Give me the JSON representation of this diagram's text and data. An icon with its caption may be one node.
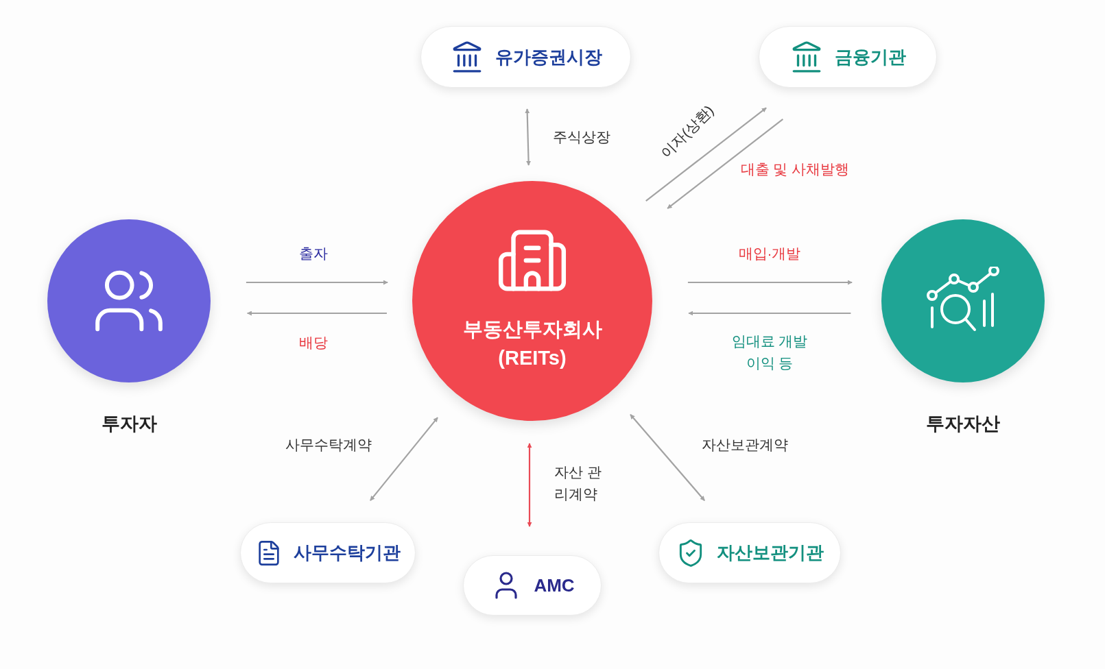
{
  "diagram": {
    "nodes": [
      {
        "text": [
          "유가증권시장"
        ]
      },
      {
        "text": [
          "금융기관"
        ]
      },
      {
        "text": [
          "투자자"
        ]
      },
      {
        "text": [
          "부동산투자회사 (REITs)"
        ]
      },
      {
        "text": [
          "투자자산"
        ]
      },
      {
        "text": [
          "사무수탁기관"
        ]
      },
      {
        "text": [
          "AMC"
        ]
      },
      {
        "text": [
          "자산보관기관"
        ]
      }
    ],
    "edges": [
      {
        "from": 0,
        "to": 3,
        "arrow": "both",
        "label": "주식상장"
      },
      {
        "from": 3,
        "to": 1,
        "arrow": "to",
        "label": "이자(상환)"
      },
      {
        "from": 1,
        "to": 3,
        "arrow": "to",
        "label": "대출 및 사채발행"
      },
      {
        "from": 2,
        "to": 3,
        "arrow": "to",
        "label": "출자"
      },
      {
        "from": 3,
        "to": 2,
        "arrow": "to",
        "label": "배당"
      },
      {
        "from": 3,
        "to": 4,
        "arrow": "to",
        "label": "매입·개발"
      },
      {
        "from": 4,
        "to": 3,
        "arrow": "to",
        "label": "임대료 개발이익 등"
      },
      {
        "from": 3,
        "to": 5,
        "arrow": "both",
        "label": "사무수탁계약"
      },
      {
        "from": 3,
        "to": 6,
        "arrow": "both",
        "label": "자산 관리계약",
        "color": "#e94a55"
      },
      {
        "from": 3,
        "to": 7,
        "arrow": "both",
        "label": "자산보관계약"
      }
    ]
  }
}
